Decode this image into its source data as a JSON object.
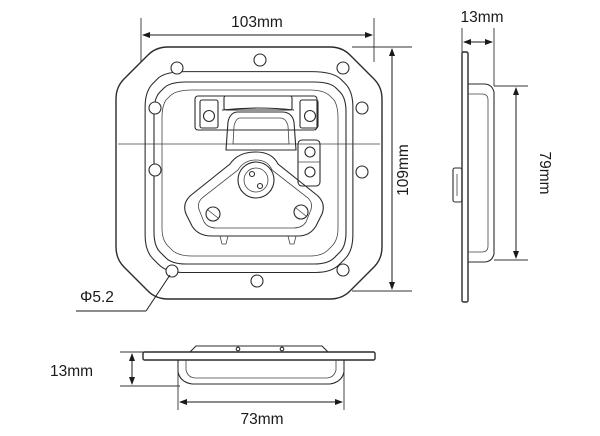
{
  "dimensions": {
    "width_top": "103mm",
    "height_right": "109mm",
    "side_depth": "13mm",
    "side_height": "79mm",
    "bottom_depth": "13mm",
    "bottom_width": "73mm",
    "hole_diameter": "Φ5.2"
  },
  "colors": {
    "line": "#2b2b2b",
    "background": "#ffffff"
  }
}
